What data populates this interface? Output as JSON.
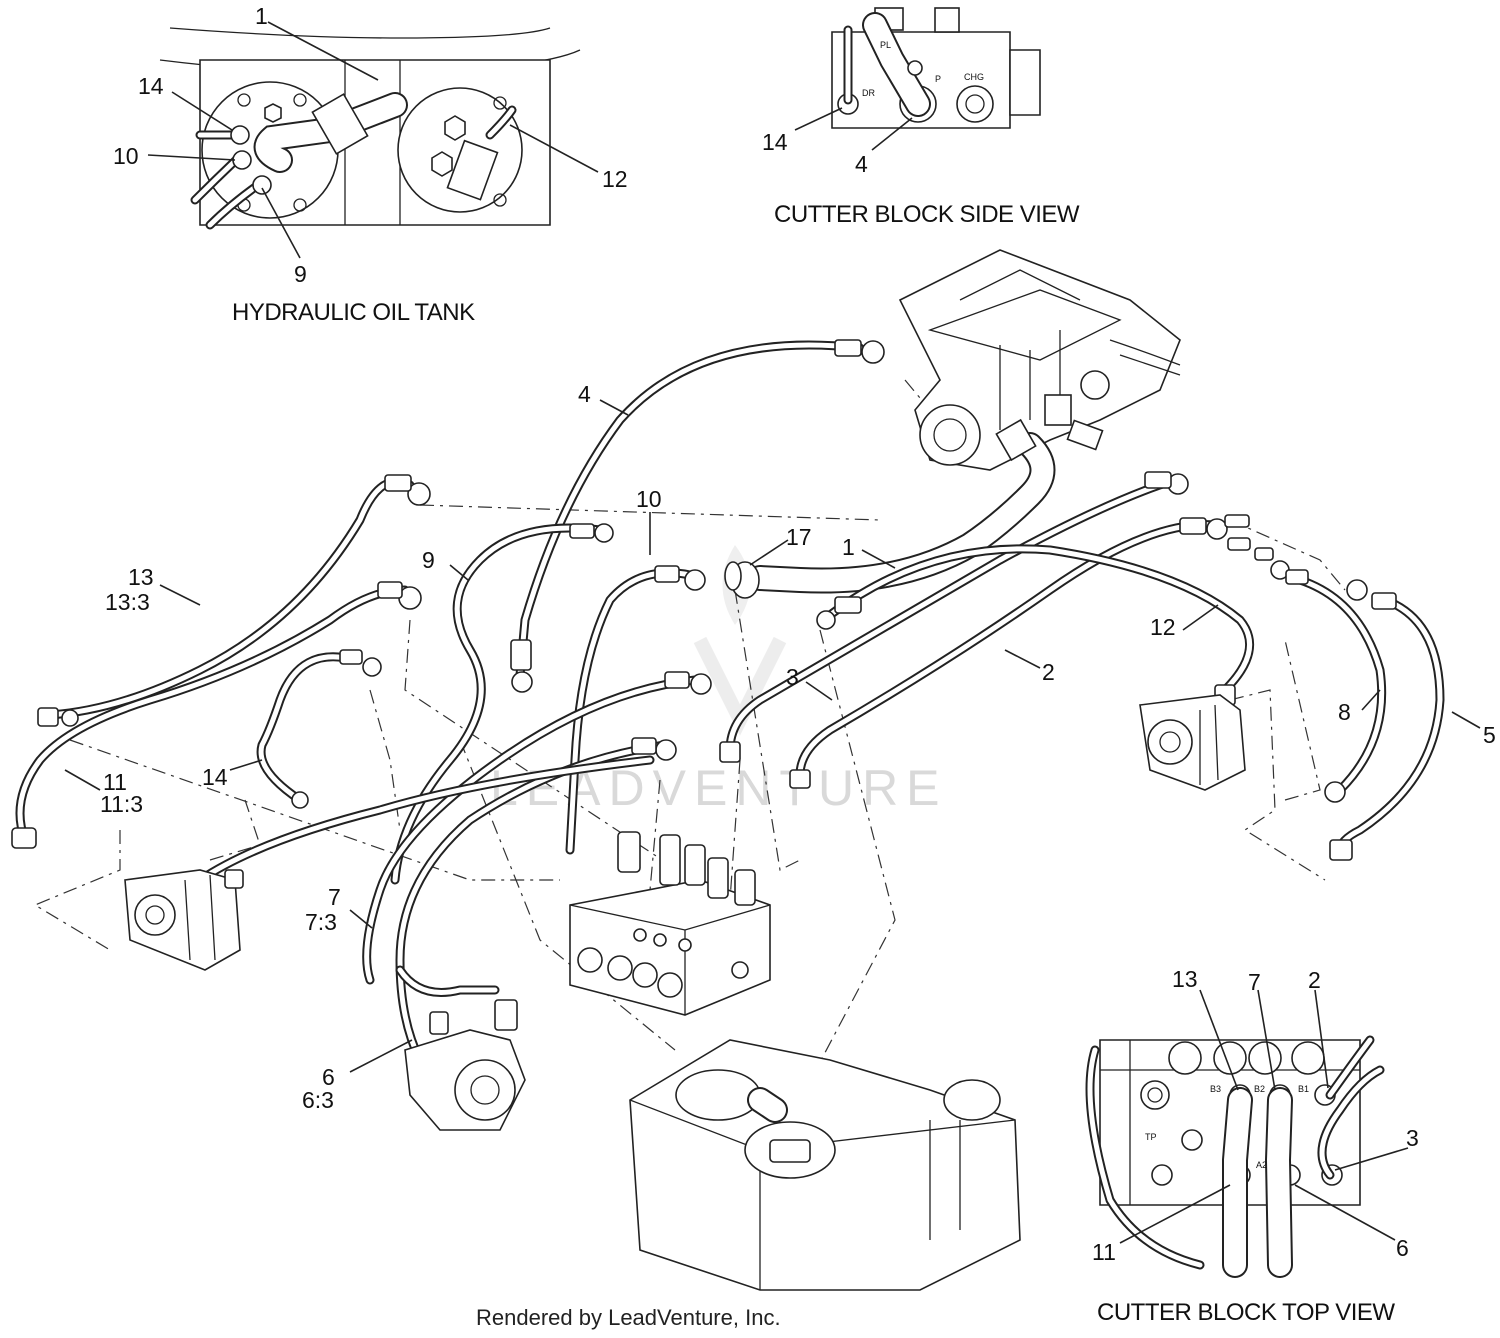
{
  "views": {
    "tank": "HYDRAULIC OIL TANK",
    "side": "CUTTER BLOCK SIDE VIEW",
    "top": "CUTTER BLOCK TOP VIEW"
  },
  "credit": "Rendered by LeadVenture, Inc.",
  "watermark": "LEADVENTURE",
  "port_labels": {
    "pl": "PL",
    "dr": "DR",
    "p": "P",
    "chg": "CHG",
    "b3": "B3",
    "b2": "B2",
    "b1": "B1",
    "tp": "TP",
    "a2": "A2"
  },
  "callouts": {
    "tank_1": "1",
    "tank_14": "14",
    "tank_10": "10",
    "tank_9": "9",
    "tank_12": "12",
    "side_14": "14",
    "side_4": "4",
    "m_4": "4",
    "m_13": "13",
    "m_13_3": "13:3",
    "m_9": "9",
    "m_10": "10",
    "m_17": "17",
    "m_1": "1",
    "m_12": "12",
    "m_2": "2",
    "m_3": "3",
    "m_14": "14",
    "m_11": "11",
    "m_11_3": "11:3",
    "m_8": "8",
    "m_5": "5",
    "m_7": "7",
    "m_7_3": "7:3",
    "m_6": "6",
    "m_6_3": "6:3",
    "top_13": "13",
    "top_7": "7",
    "top_2": "2",
    "top_3": "3",
    "top_11": "11",
    "top_6": "6"
  }
}
